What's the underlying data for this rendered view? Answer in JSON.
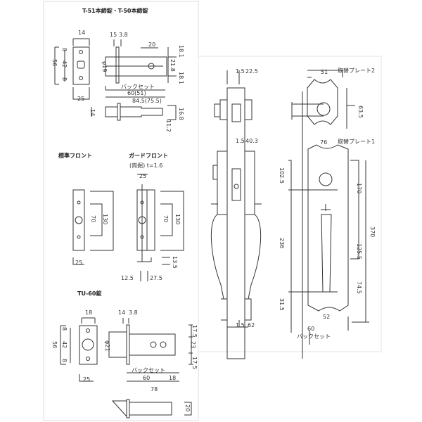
{
  "top_lock": {
    "title": "T-51本締錠・T-50本締錠",
    "dims": {
      "plate_width": "14",
      "height": "56",
      "hole_pitch": "42",
      "edge_top": "8",
      "edge_bottom": "8",
      "front_width": "25",
      "d15": "15",
      "d38": "3.8",
      "d20": "20",
      "dia": "φ19",
      "d218": "21.8",
      "d181a": "18.1",
      "d181b": "18.1",
      "backset_label": "バックセット",
      "backset": "60(51)",
      "total": "84.5(75.5)",
      "bolt_h": "14",
      "d168": "16.8",
      "d112": "11.2"
    }
  },
  "fronts": {
    "standard_label": "標準フロント",
    "guard_label": "ガードフロント",
    "guard_sub": "(両掘) t=1.6",
    "std": {
      "inner": "70",
      "outer": "130",
      "width": "25"
    },
    "guard": {
      "width": "25",
      "inner": "70",
      "outer": "130",
      "d135": "13.5",
      "d125": "12.5",
      "d275": "27.5"
    }
  },
  "tu60": {
    "title": "TU-60錠",
    "dims": {
      "plate_width": "18",
      "height": "56",
      "hole_pitch": "42",
      "edge_top": "8",
      "edge_bottom": "8",
      "front_width": "25",
      "d14": "14",
      "d38": "3.8",
      "dia": "φ21",
      "d175a": "17.5",
      "d23": "23",
      "d175b": "17.5",
      "backset_label": "バックセット",
      "backset": "60",
      "d18": "18",
      "total": "78",
      "d20": "20"
    }
  },
  "handle_side": {
    "top": [
      "1.5",
      "22.5"
    ],
    "mid": [
      "1.5",
      "40.3"
    ],
    "bottom": [
      "1.5",
      "62"
    ]
  },
  "handle_front": {
    "plate2_label": "取替プレート2",
    "plate1_label": "取替プレート1",
    "d51": "51",
    "d635": "63.5",
    "d76": "76",
    "d1025": "102.5",
    "d170": "170",
    "d370": "370",
    "d236": "236",
    "d1255": "125.5",
    "d745": "74.5",
    "d315": "31.5",
    "d52": "52",
    "d60": "60",
    "backset_label": "バックセット"
  }
}
